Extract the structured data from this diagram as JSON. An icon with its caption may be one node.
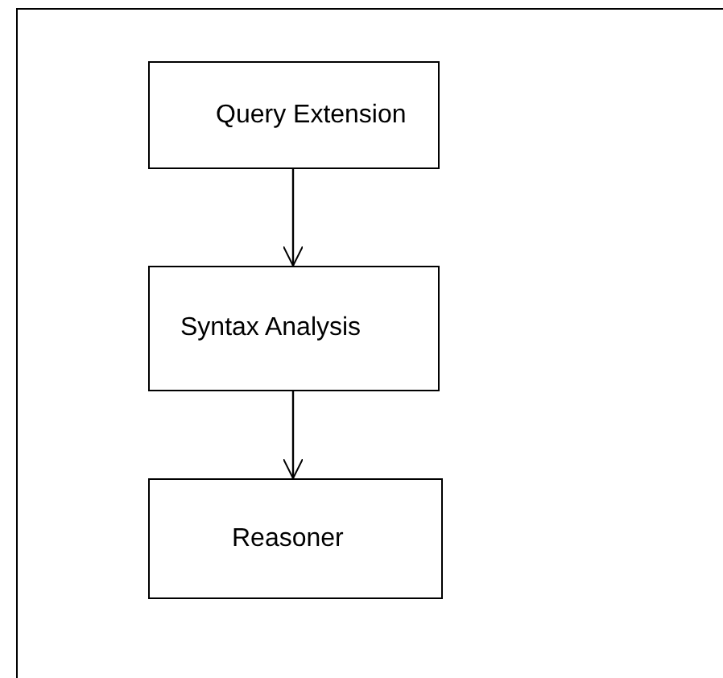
{
  "diagram": {
    "nodes": [
      {
        "text": [
          "Query Extension"
        ]
      },
      {
        "text": [
          "Syntax Analysis"
        ]
      },
      {
        "text": [
          "Reasoner"
        ]
      }
    ],
    "edges": [
      {
        "from": 0,
        "to": 1,
        "arrow": "to"
      },
      {
        "from": 1,
        "to": 2,
        "arrow": "to"
      }
    ]
  }
}
